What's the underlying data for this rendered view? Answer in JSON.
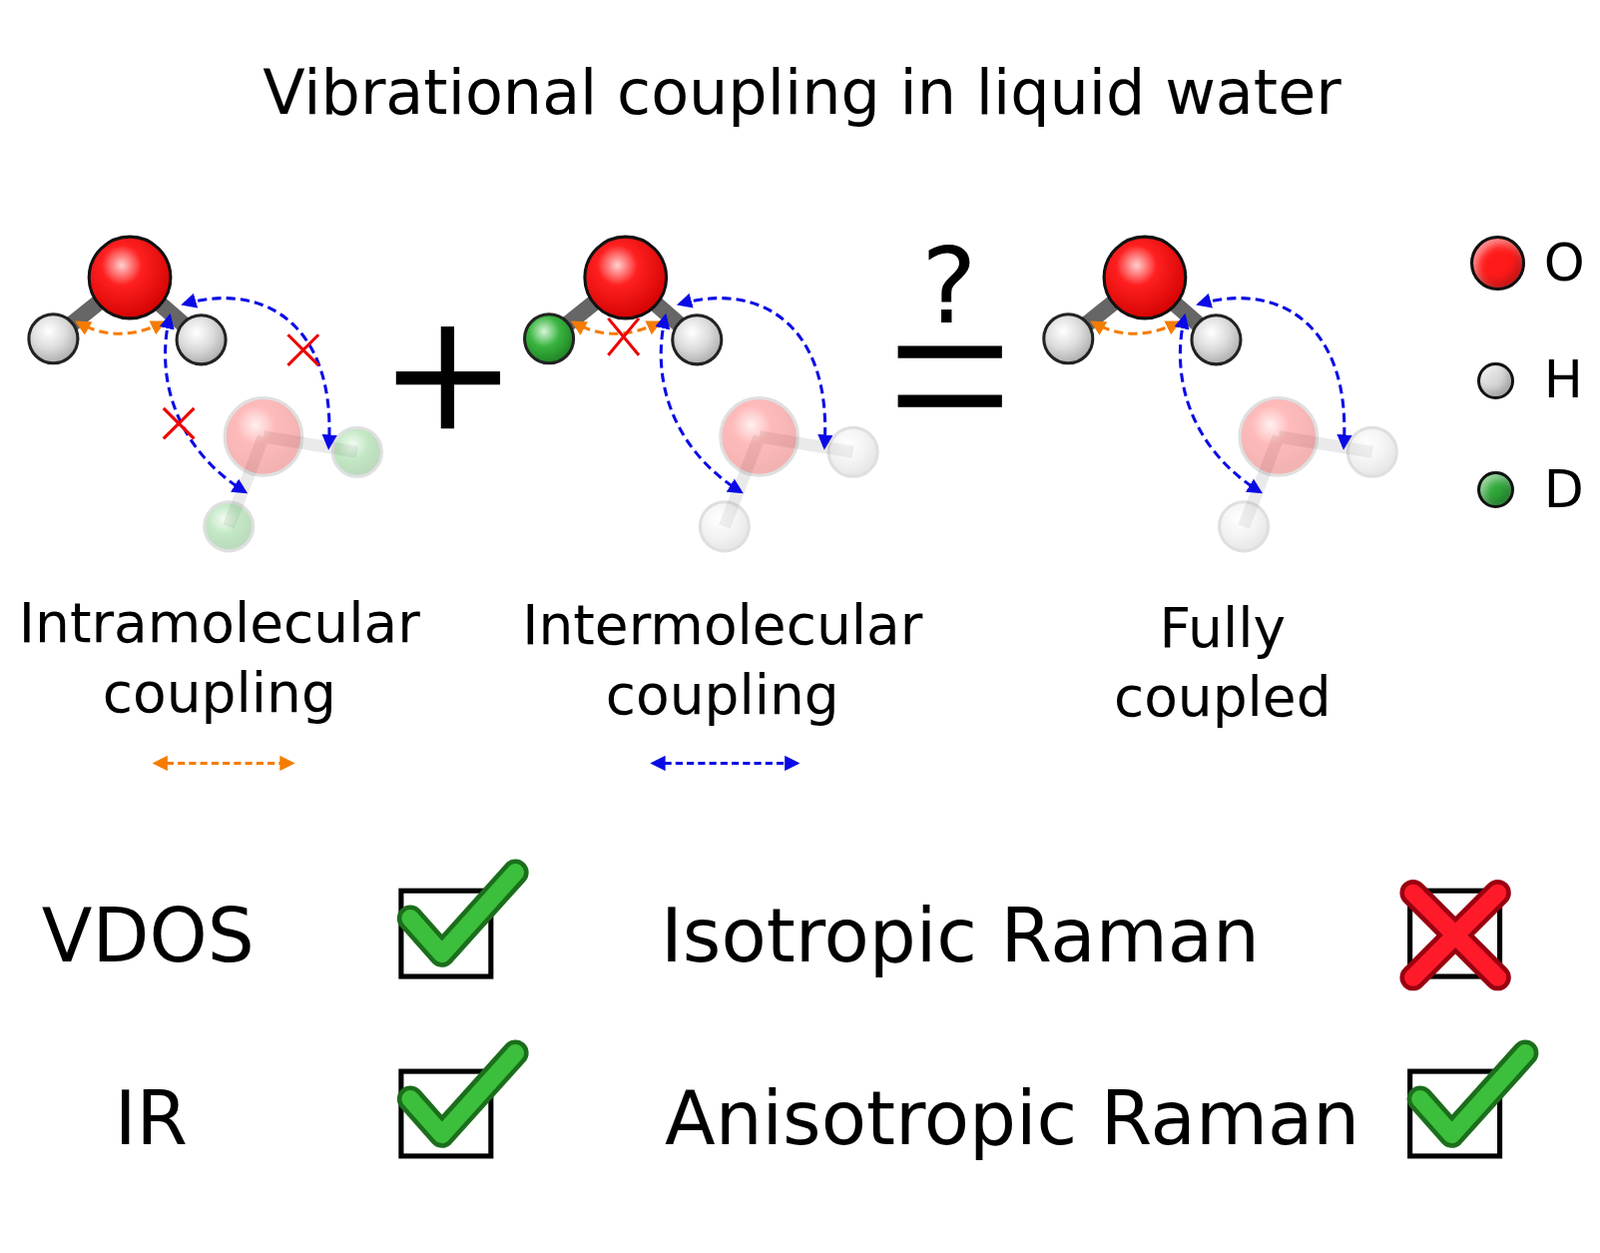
{
  "diagram": {
    "title": "Vibrational coupling in liquid water",
    "labels": [
      "Intramolecular coupling",
      "Intermolecular coupling",
      "Fully coupled",
      "?",
      "VDOS",
      "IR",
      "Isotropic Raman",
      "Anisotropic Raman"
    ],
    "legend": [
      {
        "text": "O",
        "color": "#ff1a1a"
      },
      {
        "text": "H",
        "color": "#d9d9d9"
      },
      {
        "text": "D",
        "color": "#2fa83a"
      }
    ]
  }
}
